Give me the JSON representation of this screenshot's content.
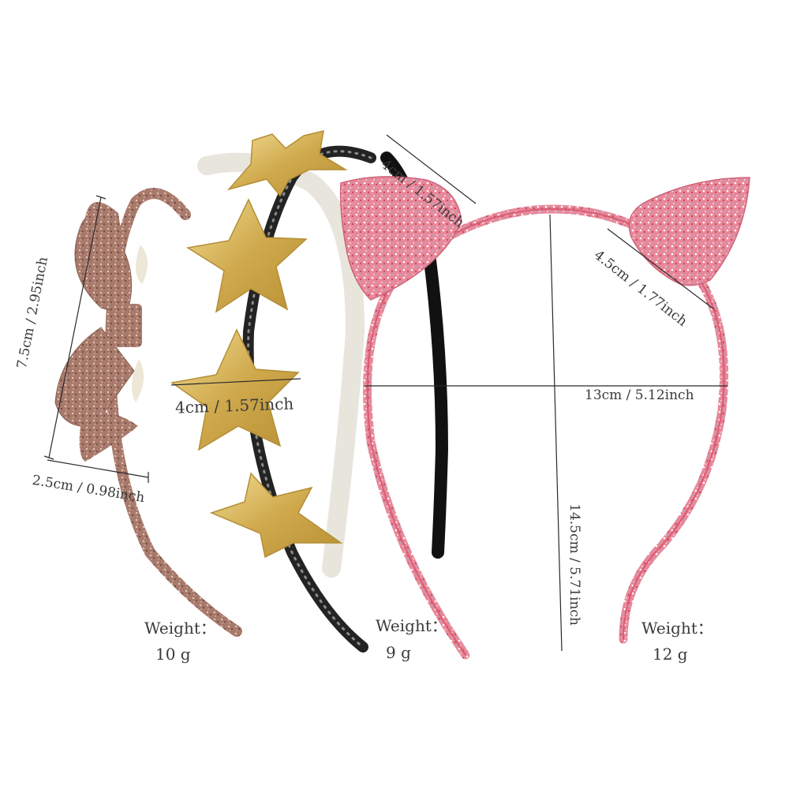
{
  "colors": {
    "background": "#ffffff",
    "bow_glitter": "#a7786a",
    "star_gold": "#d8b65a",
    "black_band": "#202020",
    "white_band": "#ecebe4",
    "pink_glitter": "#e07a8a",
    "measure_line": "#2a2a2a"
  },
  "products": [
    {
      "item": "bow headband",
      "measures": [
        "7.5cm / 2.95inch",
        "2.5cm / 0.98inch"
      ],
      "weight_label": "Weight：",
      "weight_value": "10 g"
    },
    {
      "item": "star headband",
      "measures": [
        "4cm / 1.57inch"
      ],
      "weight_label": "Weight：",
      "weight_value": "9 g"
    },
    {
      "item": "cat ear headband",
      "measures": [
        "4cm / 1.57inch",
        "4.5cm / 1.77inch",
        "13cm / 5.12inch",
        "14.5cm / 5.71inch"
      ],
      "weight_label": "Weight：",
      "weight_value": "12 g"
    }
  ]
}
